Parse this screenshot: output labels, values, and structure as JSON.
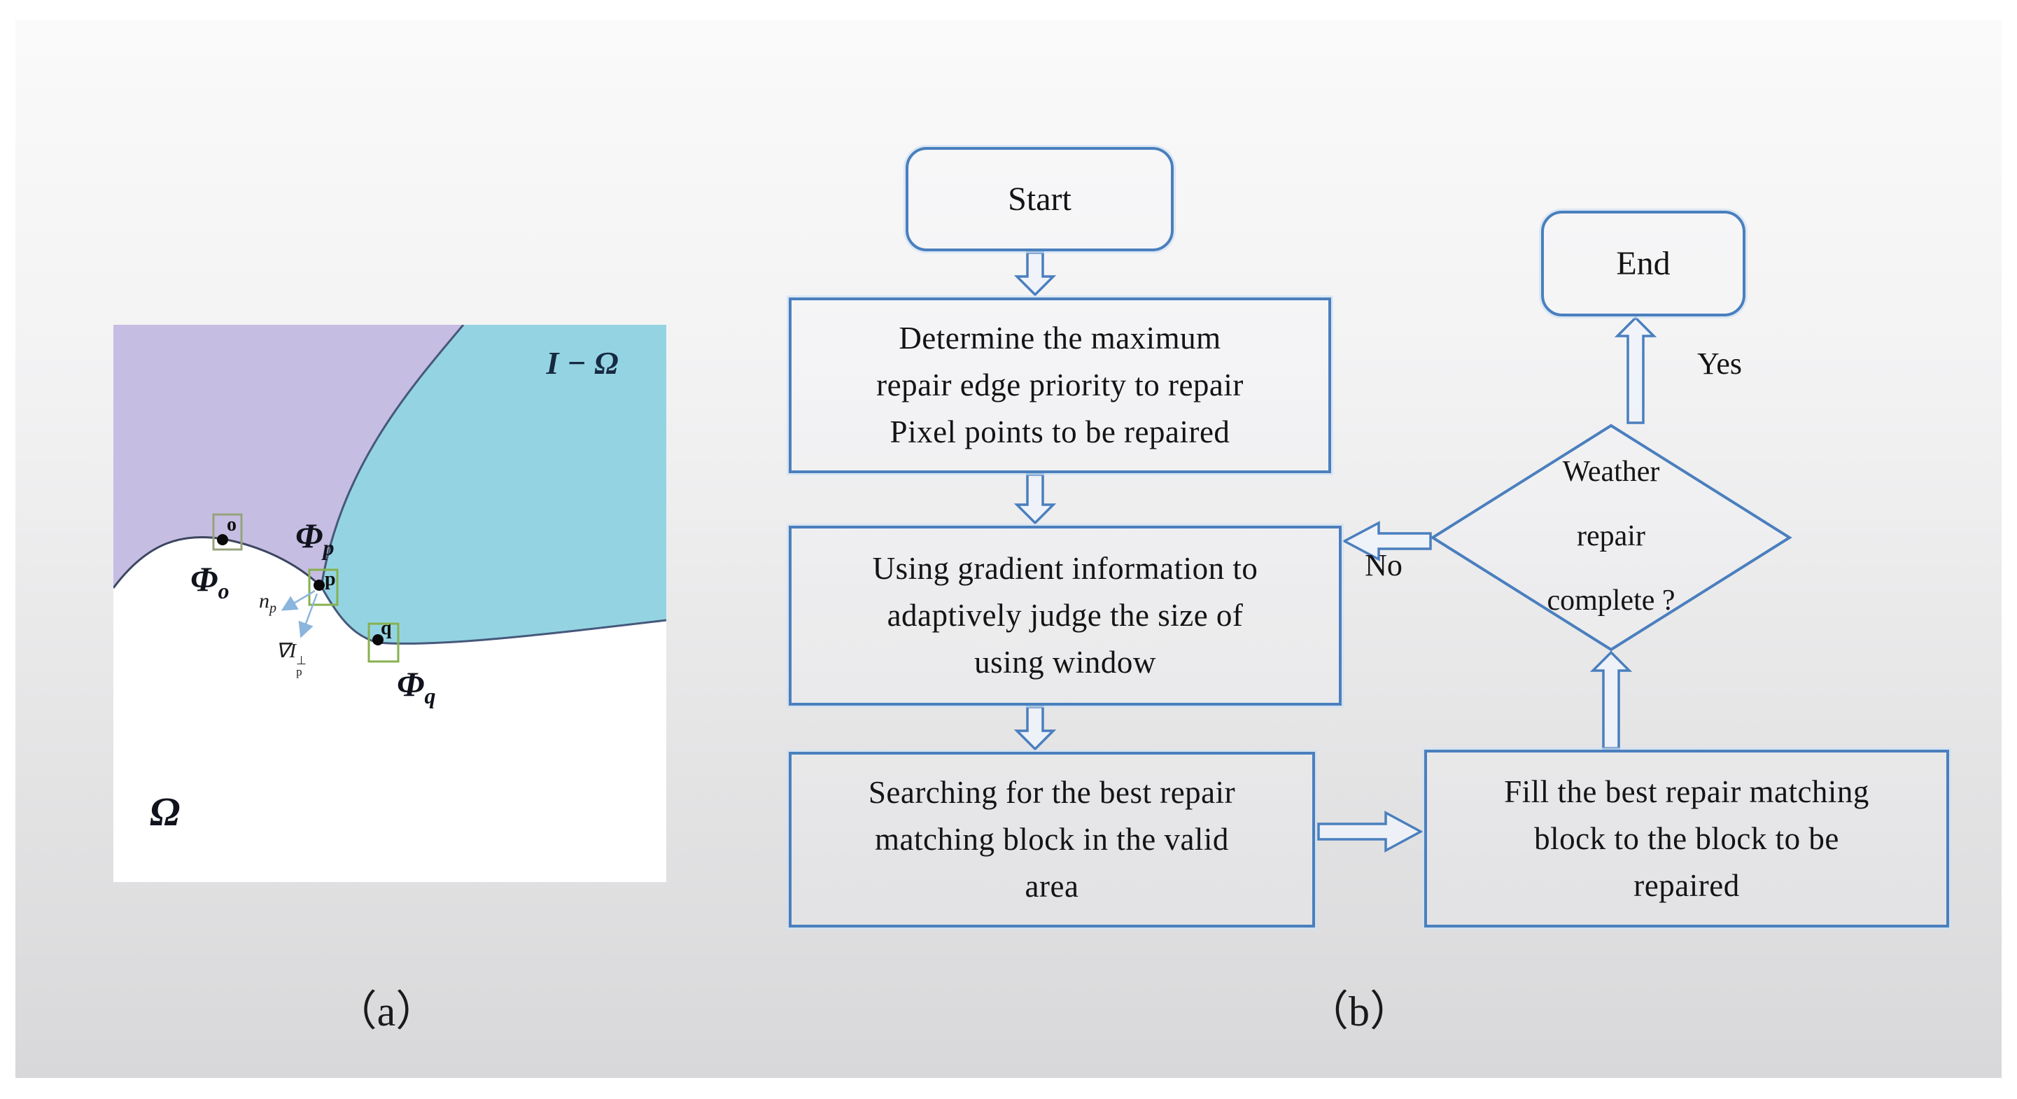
{
  "panel_a": {
    "caption": "（a）",
    "region_labels": {
      "source_region": "I − Ω",
      "target_region": "Ω"
    },
    "patches": [
      {
        "phi": "Φ",
        "sub": "o",
        "point": "o"
      },
      {
        "phi": "Φ",
        "sub": "p",
        "point": "p"
      },
      {
        "phi": "Φ",
        "sub": "q",
        "point": "q"
      }
    ],
    "annotations": {
      "normal_symbol": "n",
      "normal_sub": "p",
      "gradient_symbol": "∇I",
      "gradient_sub": "p",
      "gradient_sup": "⊥"
    },
    "colors": {
      "purple_region": "#c6bde2",
      "cyan_region": "#94d4e2",
      "white_region": "#ffffff",
      "marker_green": "#86b14e",
      "marker_gray_green": "#96a37c",
      "annotation_arrow_blue": "#8ab5dd",
      "curve_dark": "#3d4660"
    }
  },
  "panel_b": {
    "caption": "（b）",
    "accent_blue": "#4a7fbe",
    "nodes": {
      "start": {
        "label": "Start"
      },
      "end": {
        "label": "End"
      },
      "step1": {
        "lines": [
          "Determine the maximum",
          "repair edge priority to repair",
          "Pixel points to be repaired"
        ]
      },
      "step2": {
        "lines": [
          "Using gradient information to",
          "adaptively judge the size of",
          "using window"
        ]
      },
      "step3": {
        "lines": [
          "Searching for the best repair",
          "matching block in the valid",
          "area"
        ]
      },
      "step4": {
        "lines": [
          "Fill the best repair matching",
          "block to the block to be",
          "repaired"
        ]
      },
      "decision": {
        "lines": [
          "Weather",
          "repair",
          "complete ?"
        ]
      }
    },
    "edge_labels": {
      "yes": "Yes",
      "no": "No"
    }
  }
}
